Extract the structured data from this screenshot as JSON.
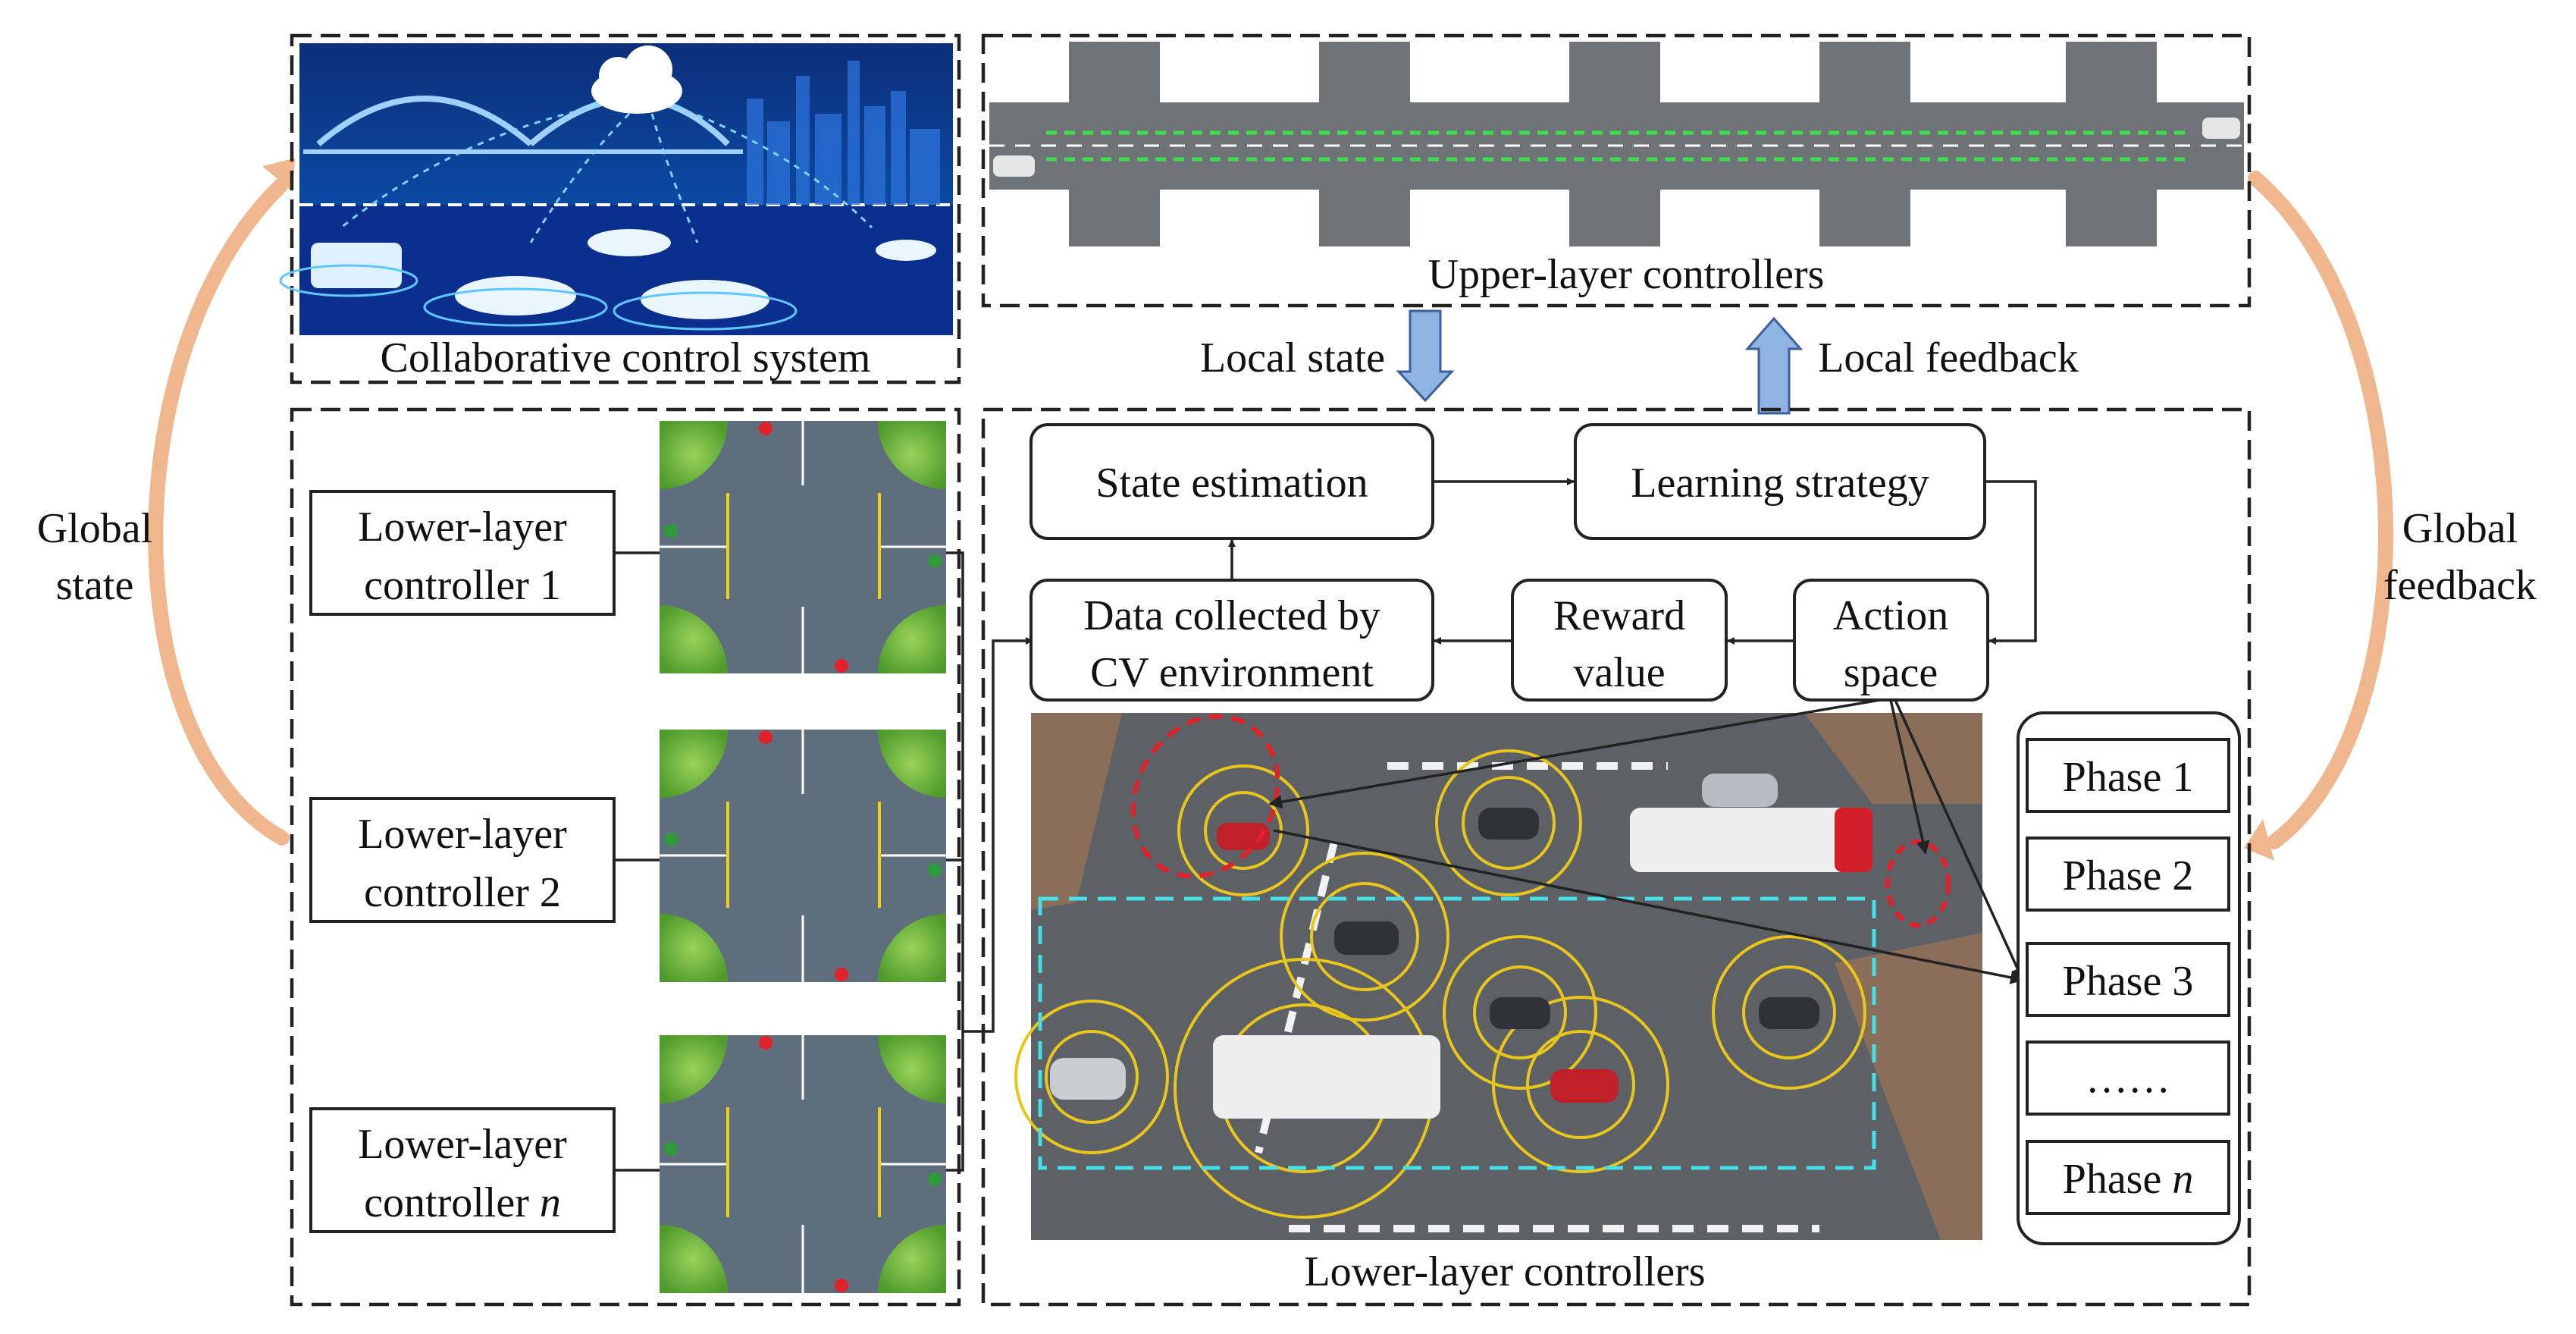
{
  "regions": {
    "collab_label": "Collaborative control system",
    "upper_label": "Upper-layer controllers",
    "lower_label": "Lower-layer controllers"
  },
  "side": {
    "global_state_l1": "Global",
    "global_state_l2": "state",
    "global_feedback_l1": "Global",
    "global_feedback_l2": "feedback"
  },
  "arrows": {
    "local_state": "Local state",
    "local_feedback": "Local feedback"
  },
  "controllers": [
    {
      "line1": "Lower-layer",
      "line2": "controller",
      "index": "1"
    },
    {
      "line1": "Lower-layer",
      "line2": "controller",
      "index": "2"
    },
    {
      "line1": "Lower-layer",
      "line2": "controller",
      "index": "n"
    }
  ],
  "process": {
    "state_estimation": "State estimation",
    "learning_strategy": "Learning strategy",
    "data_l1": "Data collected by",
    "data_l2": "CV environment",
    "reward_l1": "Reward",
    "reward_l2": "value",
    "action_l1": "Action",
    "action_l2": "space"
  },
  "phases": [
    {
      "label": "Phase",
      "index": "1"
    },
    {
      "label": "Phase",
      "index": "2"
    },
    {
      "label": "Phase",
      "index": "3"
    },
    {
      "label": "……",
      "index": ""
    },
    {
      "label": "Phase",
      "index": "n"
    }
  ],
  "colors": {
    "feedback_arc": "#f0b78e",
    "local_arrow": "#8fb3e3",
    "night_scene": "#0b3a8c",
    "road": "#6f7378",
    "grass": "#7bbb4a",
    "lane_green": "#3ee04a",
    "sensor_ring": "#e8c61c",
    "roi_cyan": "#45e0e8",
    "focus_red": "#e0222a"
  }
}
